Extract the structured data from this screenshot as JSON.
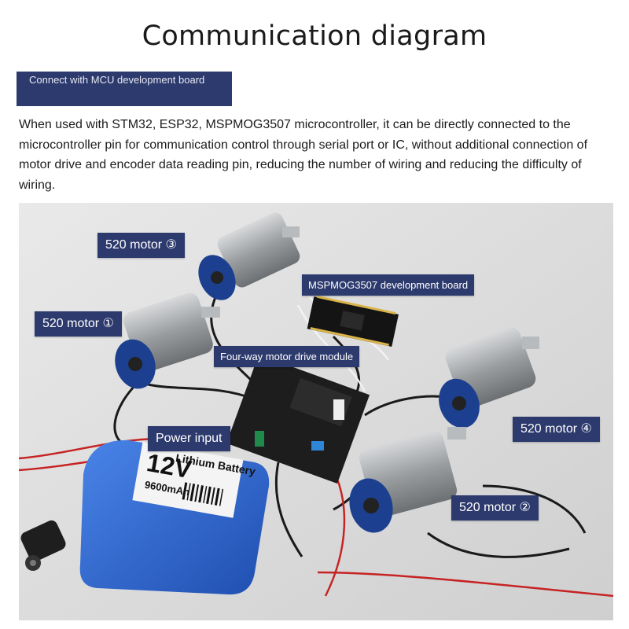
{
  "header": {
    "title": "Communication diagram",
    "section": "Connect with MCU development board"
  },
  "description": "When used with STM32, ESP32, MSPMOG3507 microcontroller, it can be directly connected to the microcontroller pin for communication control through serial port or IC, without additional connection of motor drive and encoder data reading pin, reducing the number of wiring and reducing the difficulty of wiring.",
  "labels": {
    "motor3": "520 motor ③",
    "motor1": "520 motor ①",
    "motor4": "520 motor ④",
    "motor2": "520 motor ②",
    "dev_board": "MSPMOG3507 development board",
    "drive_module": "Four-way motor drive module",
    "power_input": "Power input"
  },
  "battery": {
    "voltage": "12V",
    "brand": "Lithium Battery",
    "capacity": "9600mAh"
  },
  "colors": {
    "label_bg": "#2d3a6d",
    "battery": "#2f63c9",
    "background": "#dcdcdc"
  }
}
